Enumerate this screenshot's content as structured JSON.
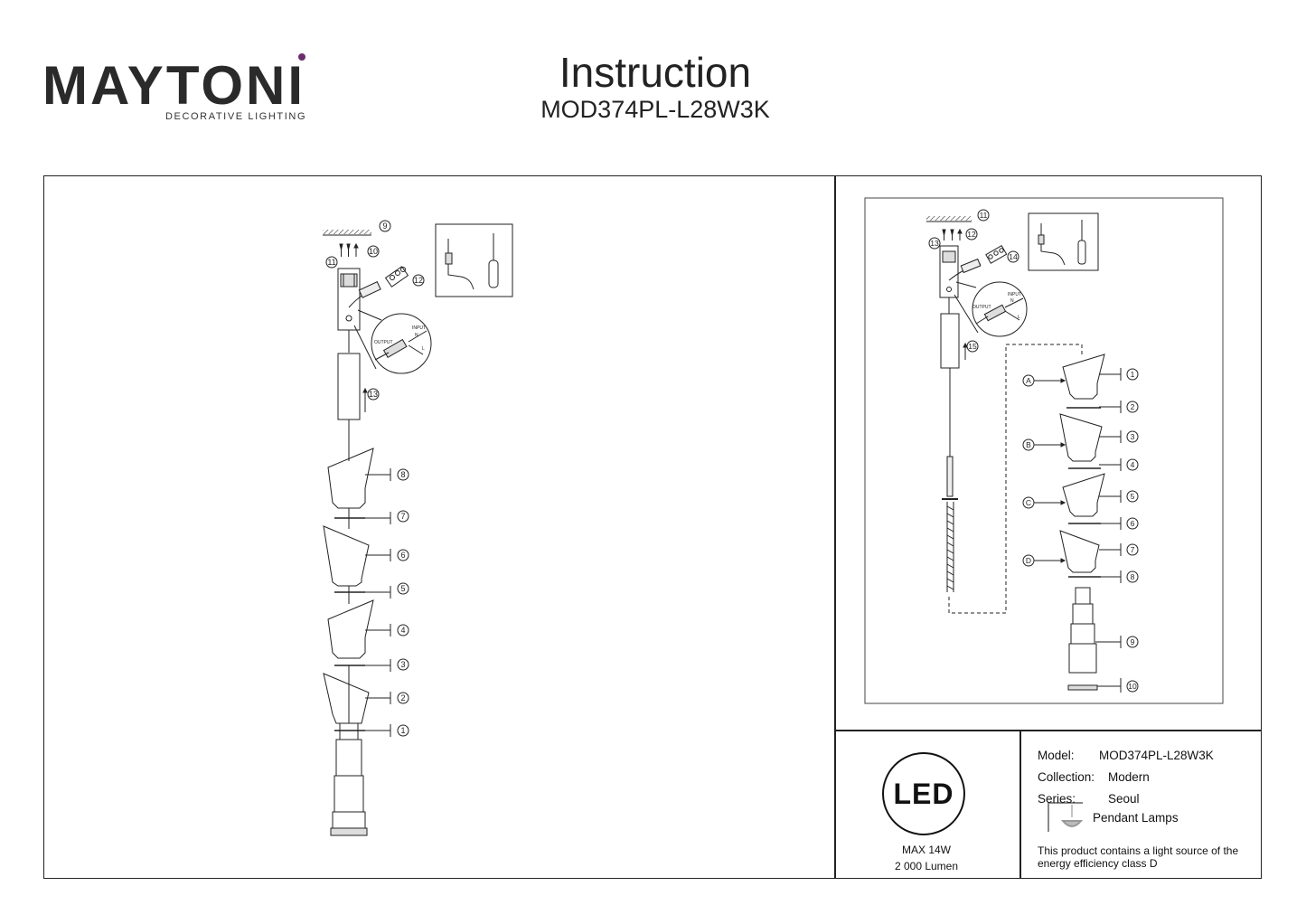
{
  "header": {
    "brand": "MAYTONI",
    "brand_tagline": "DECORATIVE LIGHTING",
    "title": "Instruction",
    "model": "MOD374PL-L28W3K"
  },
  "left_diagram": {
    "top_labels": [
      "9",
      "10",
      "11",
      "12",
      "13"
    ],
    "stack_labels": [
      "8",
      "7",
      "6",
      "5",
      "4",
      "3",
      "2",
      "1"
    ],
    "inset_output": "OUTPUT",
    "inset_input": "INPUT",
    "inset_n": "N",
    "inset_l": "L"
  },
  "right_diagram": {
    "top_labels": [
      "11",
      "12",
      "13",
      "14",
      "15"
    ],
    "shade_letters": [
      "A",
      "B",
      "C",
      "D"
    ],
    "stack_labels": [
      "1",
      "2",
      "3",
      "4",
      "5",
      "6",
      "7",
      "8",
      "9",
      "10"
    ],
    "inset_output": "OUTPUT",
    "inset_input": "INPUT",
    "inset_n": "N",
    "inset_l": "L"
  },
  "led": {
    "badge": "LED",
    "power": "MAX 14W",
    "lumen": "2 000 Lumen"
  },
  "specs": {
    "model_label": "Model:",
    "model_value": "MOD374PL-L28W3K",
    "collection_label": "Collection:",
    "collection_value": "Modern",
    "series_label": "Series:",
    "series_value": "Seoul",
    "type_value": "Pendant Lamps",
    "icon": "pendant-lamp-icon",
    "energy_note": "This product contains a light source of the energy efficiency class D"
  },
  "colors": {
    "brand_accent": "#6b2d6e",
    "line": "#222222"
  }
}
